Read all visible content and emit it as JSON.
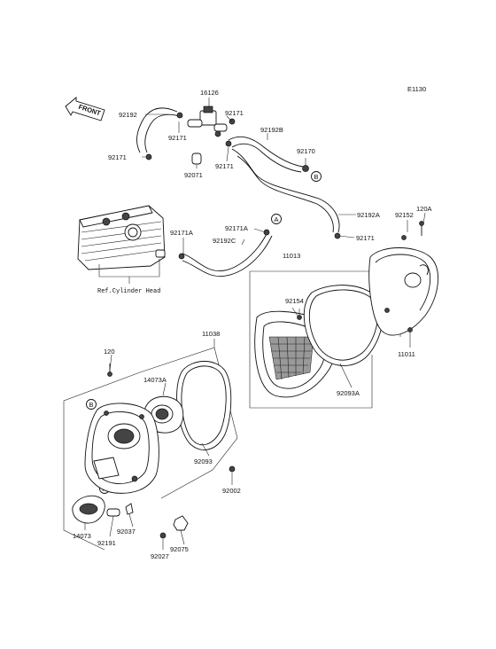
{
  "diagram_code": "E1130",
  "front_label": "FRONT",
  "cylinder_ref": "Ref.Cylinder Head",
  "callouts": {
    "a": "A",
    "b": "B"
  },
  "parts": {
    "p16126": "16126",
    "p92192": "92192",
    "p92171_a": "92171",
    "p92171_b": "92171",
    "p92171_c": "92171",
    "p92171_d": "92171",
    "p92171_e": "92171",
    "p92071": "92071",
    "p92192B": "92192B",
    "p92170": "92170",
    "p92192A": "92192A",
    "p92152": "92152",
    "p120A": "120A",
    "p92171A_a": "92171A",
    "p92171A_b": "92171A",
    "p92192C": "92192C",
    "p11013": "11013",
    "p92154": "92154",
    "p92093A": "92093A",
    "p11011": "11011",
    "p11038": "11038",
    "p120": "120",
    "p14073A": "14073A",
    "p92093": "92093",
    "p92002": "92002",
    "p14073": "14073",
    "p92037": "92037",
    "p92191": "92191",
    "p92027": "92027",
    "p92075": "92075"
  }
}
